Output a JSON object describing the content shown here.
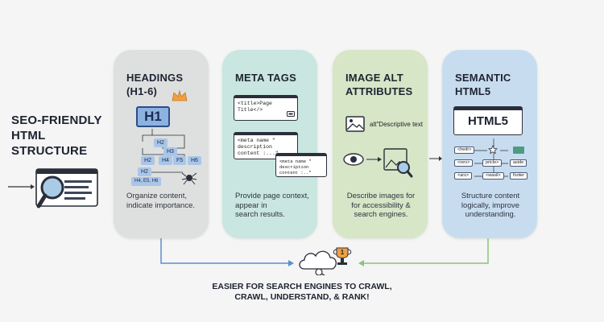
{
  "title_lines": [
    "SEO-FRIENDLY",
    "HTML",
    "STRUCTURE"
  ],
  "cards": [
    {
      "title_lines": [
        "HEADINGS",
        "(H1-6)"
      ],
      "h1": "H1",
      "tags": [
        "H2",
        "H3",
        "H2",
        "H4",
        "F5",
        "H6",
        "H2",
        "H4, E5, H6"
      ],
      "desc_lines": [
        "Organize content,",
        "indicate importance."
      ]
    },
    {
      "title_lines": [
        "META TAGS"
      ],
      "snippet1": "<title>Page Title</>",
      "snippet2_lines": [
        "<meta name \" description",
        "content :...\""
      ],
      "snippet3_lines": [
        "<meta name \" description",
        "content :..\""
      ],
      "desc_lines": [
        "Provide page context,",
        "appear in",
        "search results."
      ]
    },
    {
      "title_lines": [
        "IMAGE ALT",
        "ATTRIBUTES"
      ],
      "alt_text": "alt\"Descriptive text",
      "desc_lines": [
        "Describe images for",
        "for accessibility &",
        "search engines."
      ]
    },
    {
      "title_lines": [
        "SEMANTIC",
        "HTML5"
      ],
      "html5_label": "HTML5",
      "sem_tags": [
        "<hedr>",
        "<nev>",
        "<ars>",
        "pricle>",
        "<wasil>",
        "aside",
        "footer"
      ],
      "desc_lines": [
        "Structure content",
        "logically, improve",
        "understanding."
      ]
    }
  ],
  "bottom_lines": [
    "EASIER FOR SEARCH ENGINES TO CRAWL,",
    "CRAWL, UNDERSTAND, & RANK!"
  ],
  "rank_badge": "1",
  "colors": {
    "card_headings": "#dedfdf",
    "card_meta": "#c9e6e0",
    "card_alt": "#d6e6c7",
    "card_semantic": "#c8dcf0",
    "accent_blue": "#8cb3e0",
    "accent_orange": "#f0a042"
  }
}
